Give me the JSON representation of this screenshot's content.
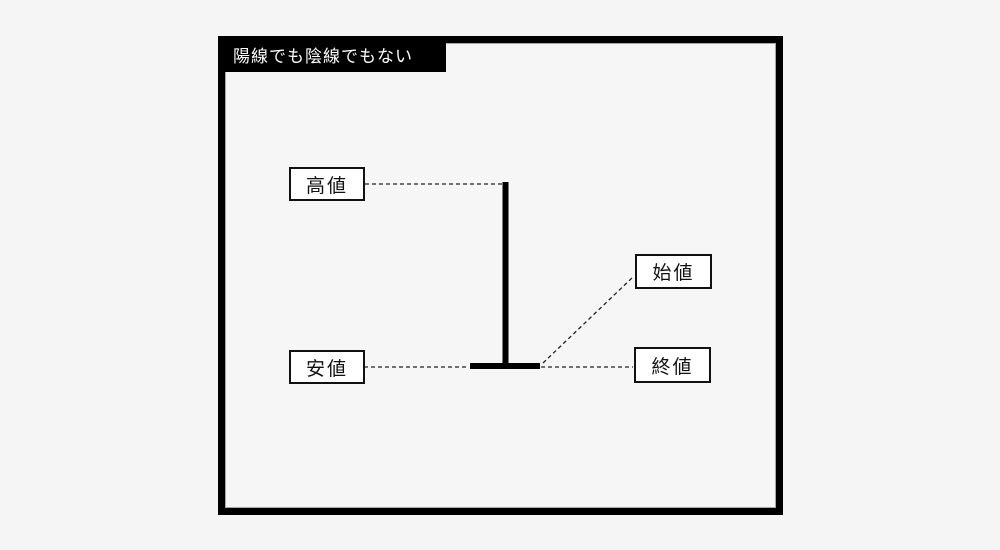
{
  "diagram": {
    "title": "陽線でも陰線でもない",
    "labels": {
      "high": "高値",
      "low": "安値",
      "open": "始値",
      "close": "終値"
    },
    "colors": {
      "page_background": "#f5f5f6",
      "frame_border": "#000000",
      "title_background": "#000000",
      "title_text": "#ffffff",
      "label_background": "#ffffff",
      "label_border": "#111111",
      "candle": "#000000",
      "leader_line": "#222222"
    }
  }
}
